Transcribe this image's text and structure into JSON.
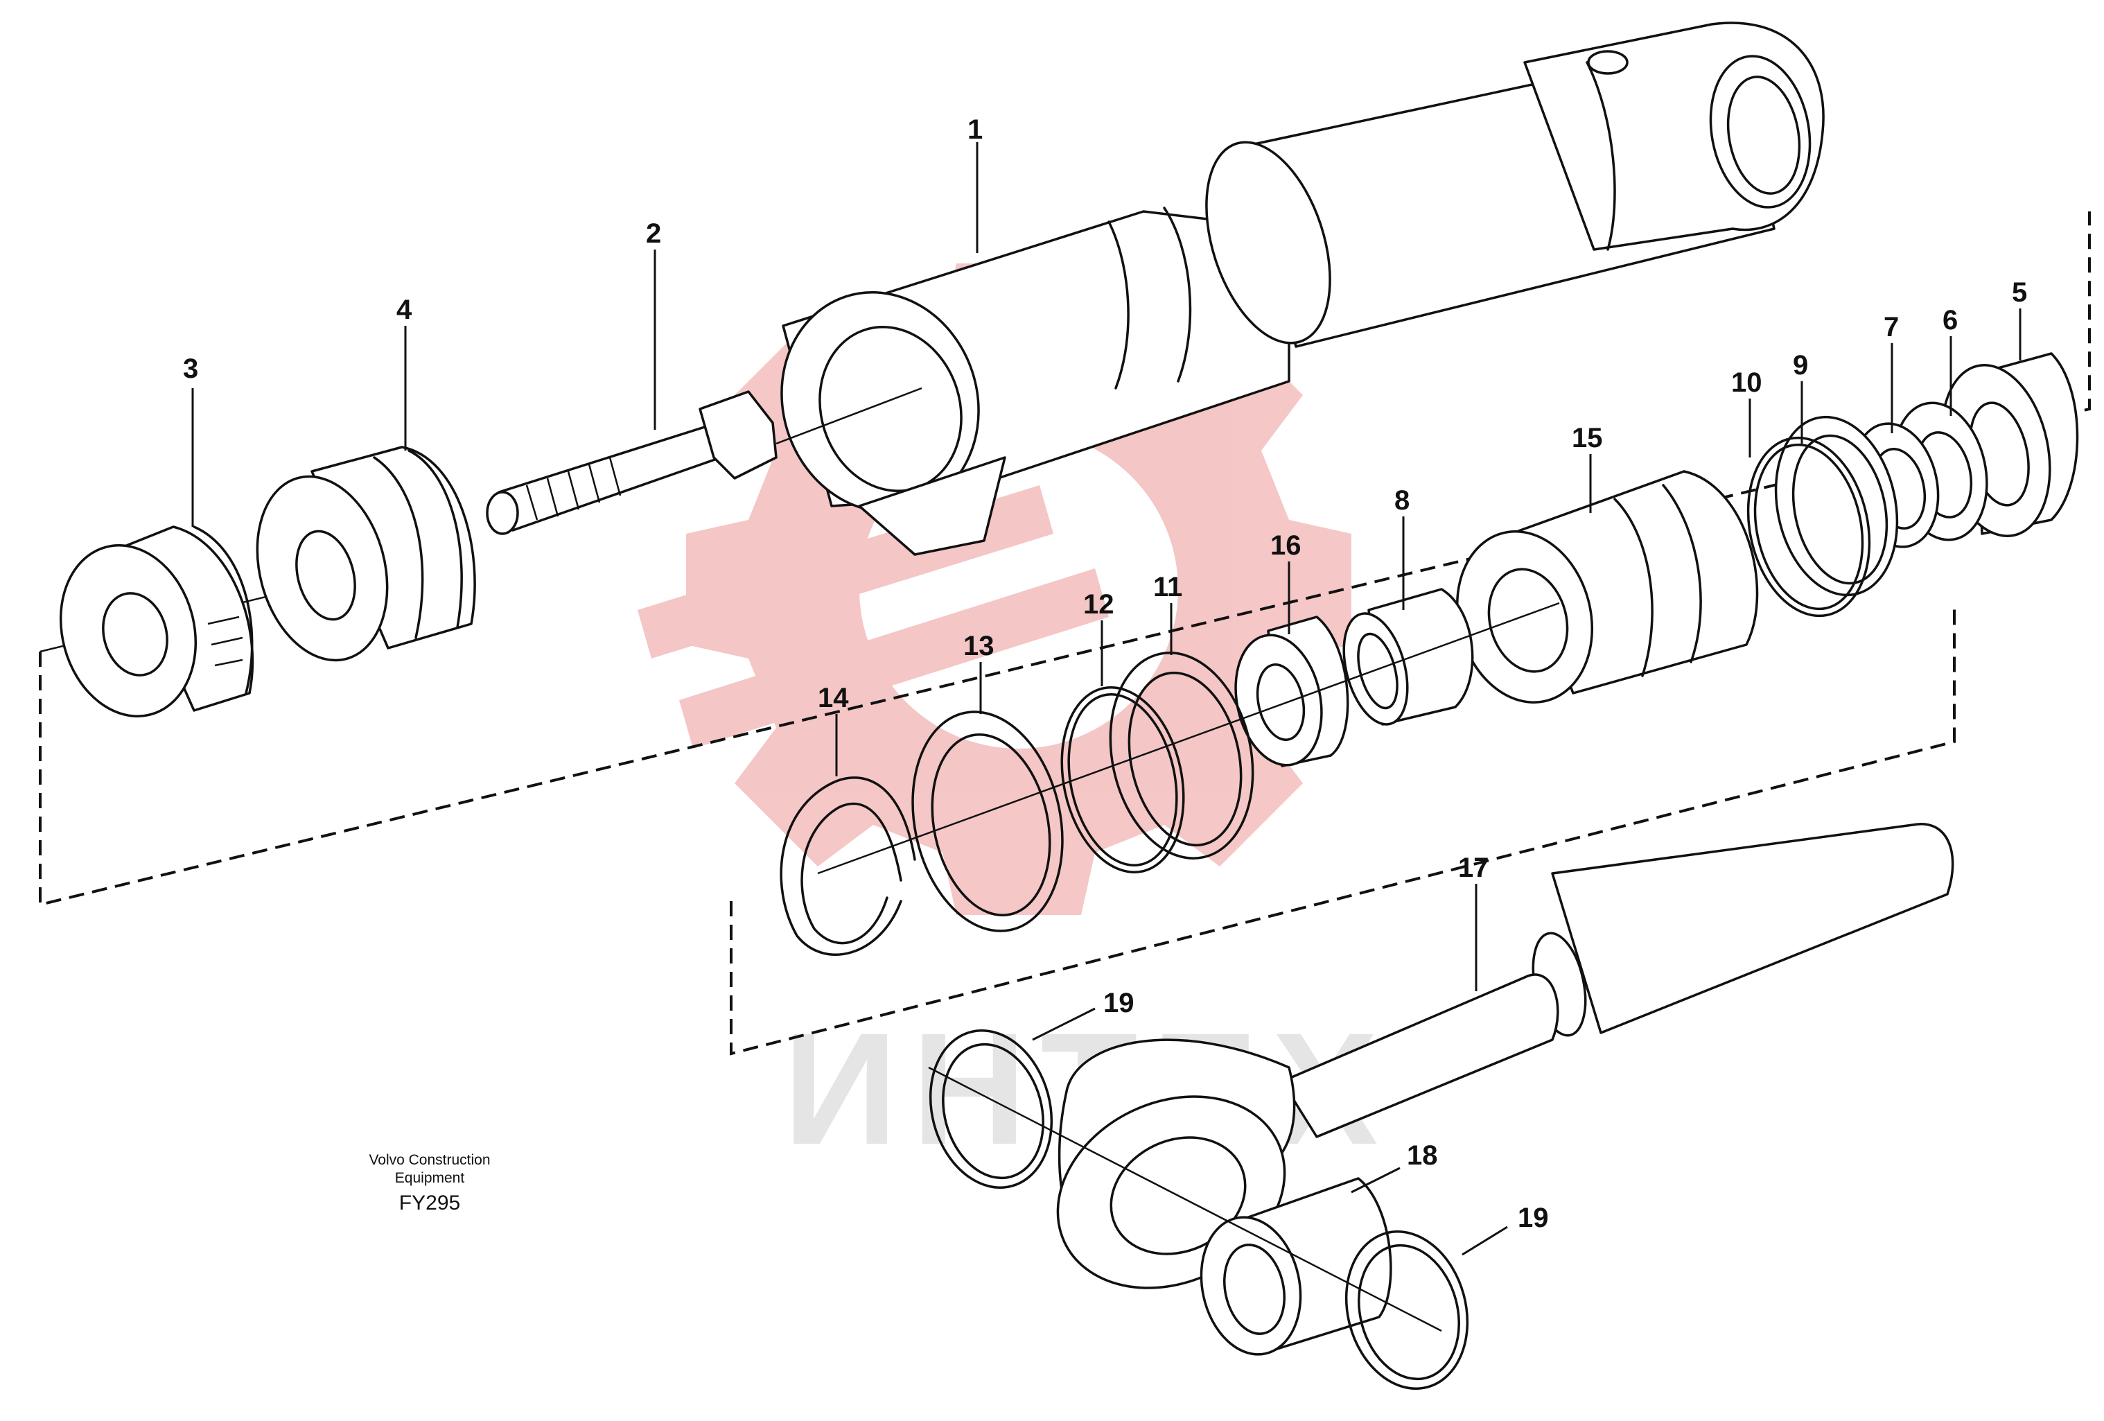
{
  "caption": {
    "line1": "Volvo Construction",
    "line2": "Equipment",
    "code": "FY295"
  },
  "watermark": {
    "text": "ИНТЕХ",
    "color": "#e05050"
  },
  "part_labels": [
    "1",
    "2",
    "3",
    "4",
    "5",
    "6",
    "7",
    "8",
    "9",
    "10",
    "11",
    "12",
    "13",
    "14",
    "15",
    "16",
    "17",
    "18",
    "19",
    "19"
  ]
}
